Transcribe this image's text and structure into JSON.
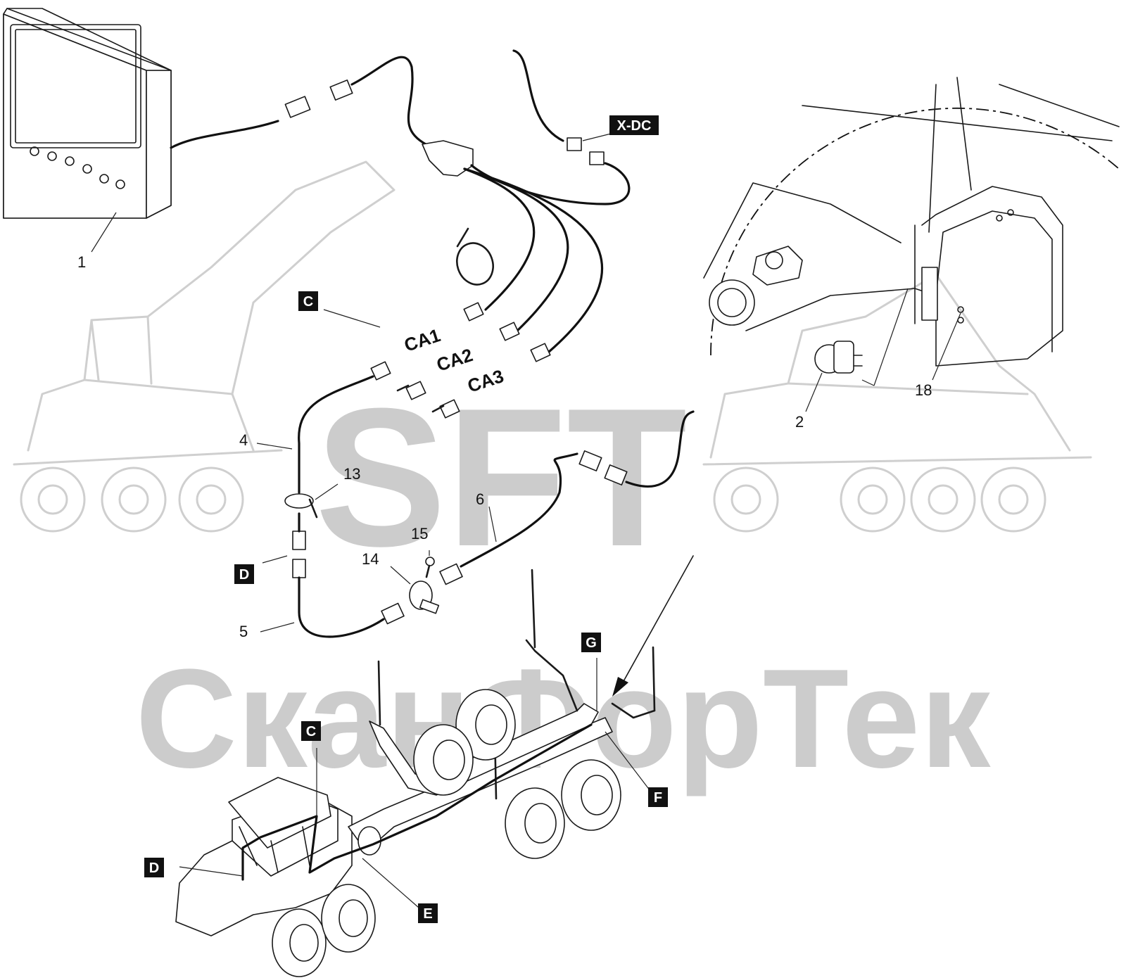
{
  "watermark": {
    "logo_text": "SFT",
    "brand_text": "СканФорТек"
  },
  "callouts": [
    "1",
    "2",
    "4",
    "5",
    "6",
    "13",
    "14",
    "15",
    "18"
  ],
  "tags": {
    "x_dc": "X-DC",
    "c": "C",
    "d": "D",
    "e": "E",
    "f": "F",
    "g": "G"
  },
  "camera_channels": [
    "CA1",
    "CA2",
    "CA3"
  ]
}
